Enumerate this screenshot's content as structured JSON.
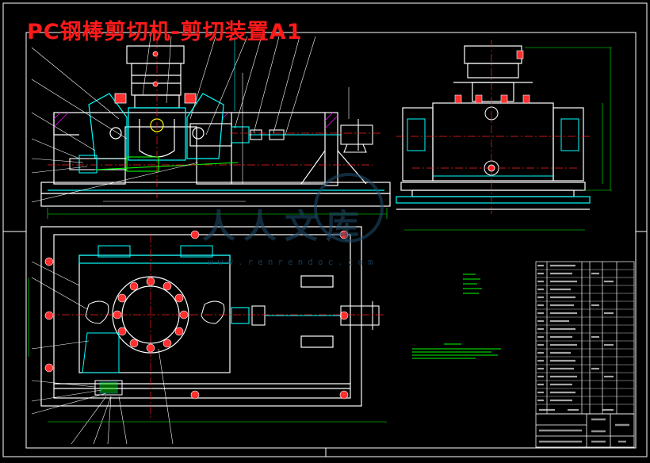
{
  "drawing": {
    "title": "PC钢棒剪切机-剪切装置A1"
  },
  "watermark": {
    "brand": "人人文库",
    "url": "www.renrendoc.com"
  },
  "colors": {
    "background": "#000000",
    "title": "#ff1a1a",
    "outline": "#ffffff",
    "section": "#00ffff",
    "centerline": "#ff2020",
    "annotation": "#00ff00",
    "hatch": "#ff00ff",
    "dimension": "#ffff00",
    "watermark": "#1f4f70"
  }
}
